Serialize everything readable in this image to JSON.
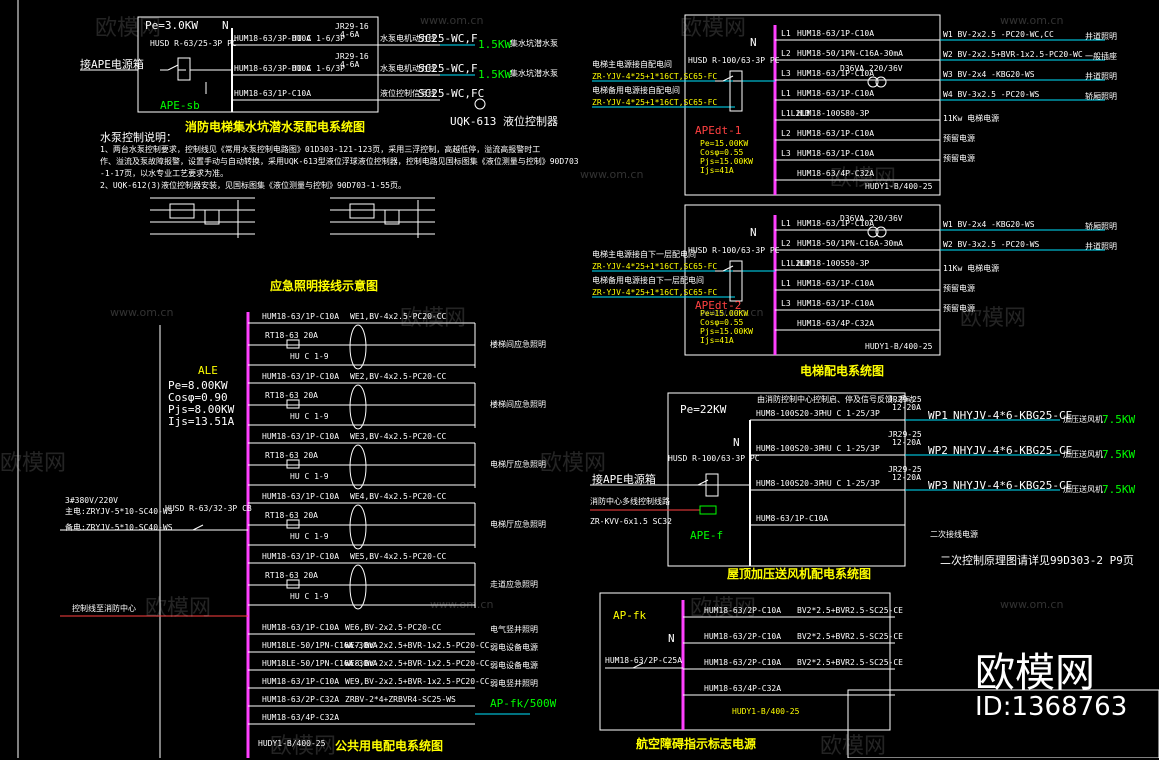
{
  "colors": {
    "bg": "#000000",
    "line": "#ffffff",
    "cyan": "#00e5ff",
    "yellow": "#ffff00",
    "green": "#00ff00",
    "red": "#ff4040",
    "magenta": "#ff40ff"
  },
  "watermark": {
    "brand": "欧模网",
    "url": "www.om.cn",
    "id": "ID:1368763"
  },
  "sump": {
    "pe": "Pe=3.0KW",
    "n_label": "N",
    "main_breaker": "HUSD R-63/25-3P PC",
    "feed_label": "接APE电源箱",
    "box_label": "APE-sb",
    "rows": [
      {
        "breaker": "HUM18-63/3P-D10A",
        "contactor": "HU C 1-6/3P",
        "relay": "JR29-16",
        "relay_set": "4-6A",
        "desc": "水泵电机动力线",
        "conduit": "SC25-WC,F",
        "power": "1.5KW",
        "use": "集水坑潜水泵"
      },
      {
        "breaker": "HUM18-63/3P-D10A",
        "contactor": "HU C 1-6/3P",
        "relay": "JR29-16",
        "relay_set": "4-6A",
        "desc": "水泵电机动力线",
        "conduit": "SC25-WC,F",
        "power": "1.5KW",
        "use": "集水坑潜水泵"
      },
      {
        "breaker": "HUM18-63/1P-C10A",
        "contactor": "",
        "relay": "",
        "relay_set": "",
        "desc": "液位控制信号线",
        "conduit": "SC25-WC,FC",
        "power": "",
        "use": ""
      }
    ],
    "controller": "UQK-613 液位控制器",
    "title": "消防电梯集水坑潜水泵配电系统图"
  },
  "notes": {
    "heading": "水泵控制说明：",
    "lines": [
      "1、两台水泵控制要求，控制线见《常用水泵控制电路图》01D303-121-123页，采用三浮控制，高越低停，溢流高报警时工",
      "作、溢流及泵故障报警，设置手动与自动转换，采用UQK-613型液位浮球液位控制器，控制电路见国标图集《液位测量与控制》90D703",
      "-1-17页，以水专业工艺要求为准。",
      "2、UQK-612(3)液位控制器安装，见国标图集《液位测量与控制》90D703-1-55页。"
    ],
    "emergency_title": "应急照明接线示意图"
  },
  "ale": {
    "name": "ALE",
    "pe": "Pe=8.00KW",
    "cos": "Cosφ=0.90",
    "pjs": "Pjs=8.00KW",
    "ijs": "Ijs=13.51A",
    "source_a": "3#380V/220V",
    "source_b": "主电:ZRYJV-5*10-SC40-WS",
    "source_c": "备电:ZRYJV-5*10-SC40-WS",
    "main_breaker": "HUSD R-63/32-3P CB",
    "ctrl_label": "控制线至消防中心",
    "groups": [
      {
        "breaker": "HUM18-63/1P-C10A",
        "circuit": "WE1,BV-4x2.5-PC20-CC",
        "fuse": "RT18-63 20A",
        "contactor": "HU C 1-9",
        "load": "楼梯间应急照明"
      },
      {
        "breaker": "HUM18-63/1P-C10A",
        "circuit": "WE2,BV-4x2.5-PC20-CC",
        "fuse": "RT18-63 20A",
        "contactor": "HU C 1-9",
        "load": "楼梯间应急照明"
      },
      {
        "breaker": "HUM18-63/1P-C10A",
        "circuit": "WE3,BV-4x2.5-PC20-CC",
        "fuse": "RT18-63 20A",
        "contactor": "HU C 1-9",
        "load": "电梯厅应急照明"
      },
      {
        "breaker": "HUM18-63/1P-C10A",
        "circuit": "WE4,BV-4x2.5-PC20-CC",
        "fuse": "RT18-63 20A",
        "contactor": "HU C 1-9",
        "load": "电梯厅应急照明"
      },
      {
        "breaker": "HUM18-63/1P-C10A",
        "circuit": "WE5,BV-4x2.5-PC20-CC",
        "fuse": "RT18-63 20A",
        "contactor": "HU C 1-9",
        "load": "走道应急照明"
      }
    ],
    "tail": [
      {
        "breaker": "HUM18-63/1P-C10A",
        "circuit": "WE6,BV-2x2.5-PC20-CC",
        "load": "电气竖井照明"
      },
      {
        "breaker": "HUM18LE-50/1PN-C16A-30mA",
        "circuit": "WE7,BV-2x2.5+BVR-1x2.5-PC20-CC",
        "load": "弱电设备电源"
      },
      {
        "breaker": "HUM18LE-50/1PN-C16A-30mA",
        "circuit": "WE8,BV-2x2.5+BVR-1x2.5-PC20-CC",
        "load": "弱电设备电源"
      },
      {
        "breaker": "HUM18-63/1P-C10A",
        "circuit": "WE9,BV-2x2.5+BVR-1x2.5-PC20-CC",
        "load": "弱电竖井照明"
      },
      {
        "breaker": "HUM18-63/2P-C32A",
        "circuit": "ZRBV-2*4+ZRBVR4-SC25-WS",
        "load": "AP-fk/500W"
      },
      {
        "breaker": "HUM18-63/4P-C32A",
        "circuit": "",
        "load": ""
      }
    ],
    "spd": "HUDY1-B/400-25",
    "title": "公共用电配电系统图"
  },
  "elevator": {
    "boxes": [
      {
        "name": "APEdt-1",
        "main_breaker": "HUSD R-100/63-3P PC",
        "n_label": "N",
        "feed1": "电梯主电源接自配电间",
        "feed1_cable": "ZR-YJV-4*25+1*16CT,SC65-FC",
        "feed2": "电梯备用电源接自配电间",
        "feed2_cable": "ZR-YJV-4*25+1*16CT,SC65-FC",
        "pe": "Pe=15.00KW",
        "cos": "Cosφ=0.55",
        "pjs": "Pjs=15.00KW",
        "ijs": "Ijs=41A",
        "spd": "HUDY1-B/400-25",
        "rows": [
          {
            "phase": "L1",
            "breaker": "HUM18-63/1P-C10A",
            "out": "W1 BV-2x2.5 -PC20-WC,CC",
            "use": "井道照明"
          },
          {
            "phase": "L2",
            "breaker": "HUM18-50/1PN-C16A-30mA",
            "out": "W2 BV-2x2.5+BVR-1x2.5-PC20-WC",
            "use": "一般插座"
          },
          {
            "phase": "L3",
            "breaker": "HUM18-63/1P-C10A",
            "out": "W3 BV-2x4 -KBG20-WS",
            "use": "井道照明"
          },
          {
            "phase": "L1",
            "breaker": "HUM18-63/1P-C10A",
            "out": "W4 BV-3x2.5 -PC20-WS",
            "use": "轿厢照明"
          },
          {
            "phase": "L1L2L3",
            "breaker": "HUM18-100S80-3P",
            "out": "11Kw 电梯电源",
            "use": ""
          },
          {
            "phase": "L2",
            "breaker": "HUM18-63/1P-C10A",
            "out": "预留电源",
            "use": ""
          },
          {
            "phase": "L3",
            "breaker": "HUM18-63/1P-C10A",
            "out": "预留电源",
            "use": ""
          },
          {
            "phase": "",
            "breaker": "HUM18-63/4P-C32A",
            "out": "",
            "use": ""
          }
        ]
      },
      {
        "name": "APEdt-2",
        "main_breaker": "HUSD R-100/63-3P PC",
        "n_label": "N",
        "feed1": "电梯主电源接自下一层配电间",
        "feed1_cable": "ZR-YJV-4*25+1*16CT,SC65-FC",
        "feed2": "电梯备用电源接自下一层配电间",
        "feed2_cable": "ZR-YJV-4*25+1*16CT,SC65-FC",
        "pe": "Pe=15.00KW",
        "cos": "Cosφ=0.55",
        "pjs": "Pjs=15.00KW",
        "ijs": "Ijs=41A",
        "spd": "HUDY1-B/400-25",
        "rows": [
          {
            "phase": "L1",
            "breaker": "HUM18-63/1P-C10A",
            "out": "W1 BV-2x4 -KBG20-WS",
            "use": "轿厢照明"
          },
          {
            "phase": "L2",
            "breaker": "HUM18-50/1PN-C16A-30mA",
            "out": "W2 BV-3x2.5 -PC20-WS",
            "use": "井道照明"
          },
          {
            "phase": "L1L2L3",
            "breaker": "HUM18-100S50-3P",
            "out": "11Kw 电梯电源",
            "use": ""
          },
          {
            "phase": "L1",
            "breaker": "HUM18-63/1P-C10A",
            "out": "预留电源",
            "use": ""
          },
          {
            "phase": "L3",
            "breaker": "HUM18-63/1P-C10A",
            "out": "预留电源",
            "use": ""
          },
          {
            "phase": "",
            "breaker": "HUM18-63/4P-C32A",
            "out": "",
            "use": ""
          }
        ]
      }
    ],
    "transformer": "D36VA 220/36V",
    "title": "电梯配电系统图"
  },
  "fan": {
    "pe": "Pe=22KW",
    "n_label": "N",
    "main_breaker": "HUSD R-100/63-3P PC",
    "feed": "接APE电源箱",
    "ctrl": "消防中心多线控制线路",
    "ctrl_cable": "ZR-KVV-6x1.5 SC32",
    "box_label": "APE-f",
    "note_top": "由消防控制中心控制启、停及信号反馈,手动",
    "rows": [
      {
        "breaker": "HUM8-100S20-3P",
        "contactor": "HU C 1-25/3P",
        "relay": "JR29-25",
        "relay_set": "12-20A",
        "circuit": "WP1",
        "cable": "NHYJV-4*6-KBG25-CE",
        "use": "加压送风机",
        "power": "7.5KW"
      },
      {
        "breaker": "HUM8-100S20-3P",
        "contactor": "HU C 1-25/3P",
        "relay": "JR29-25",
        "relay_set": "12-20A",
        "circuit": "WP2",
        "cable": "NHYJV-4*6-KBG25-CE",
        "use": "加压送风机",
        "power": "7.5KW"
      },
      {
        "breaker": "HUM8-100S20-3P",
        "contactor": "HU C 1-25/3P",
        "relay": "JR29-25",
        "relay_set": "12-20A",
        "circuit": "WP3",
        "cable": "NHYJV-4*6-KBG25-CE",
        "use": "加压送风机",
        "power": "7.5KW"
      },
      {
        "breaker": "HUM8-63/1P-C10A",
        "contactor": "",
        "relay": "",
        "relay_set": "",
        "circuit": "",
        "cable": "",
        "use": "",
        "power": ""
      }
    ],
    "note_right": "二次接线电源",
    "note_ref": "二次控制原理图请详见99D303-2 P9页",
    "title": "屋顶加压送风机配电系统图"
  },
  "aviation": {
    "name": "AP-fk",
    "n_label": "N",
    "main_breaker": "HUM18-63/2P-C25A",
    "spd": "HUDY1-B/400-25",
    "rows": [
      {
        "breaker": "HUM18-63/2P-C10A",
        "cable": "BV2*2.5+BVR2.5-SC25-CE"
      },
      {
        "breaker": "HUM18-63/2P-C10A",
        "cable": "BV2*2.5+BVR2.5-SC25-CE"
      },
      {
        "breaker": "HUM18-63/2P-C10A",
        "cable": "BV2*2.5+BVR2.5-SC25-CE"
      },
      {
        "breaker": "HUM18-63/4P-C32A",
        "cable": ""
      }
    ],
    "title": "航空障碍指示标志电源"
  }
}
